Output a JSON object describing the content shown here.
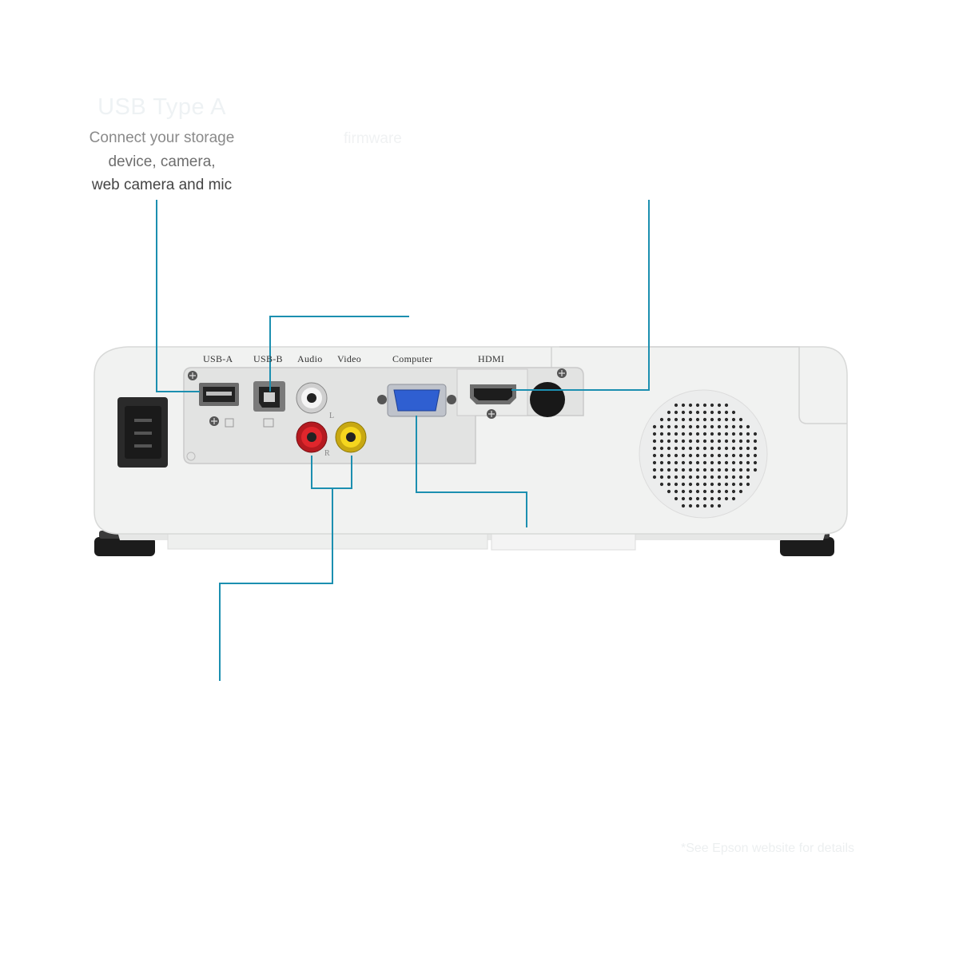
{
  "callouts": {
    "usb_a": {
      "title": "USB Type A",
      "line1": "Connect your storage",
      "line2": "device, camera,",
      "line3": "web camera and mic"
    },
    "usb_b_partial": "firmware",
    "footnote": "*See Epson website for details"
  },
  "port_labels": {
    "usb_a": "USB-A",
    "usb_b": "USB-B",
    "audio": "Audio",
    "video": "Video",
    "computer": "Computer",
    "hdmi": "HDMI",
    "audio_l": "L",
    "audio_r": "R"
  },
  "colors": {
    "callout_line": "#1c8fb0",
    "projector_body": "#f1f2f1",
    "panel": "#e3e4e3",
    "vga_blue": "#2f5fd1",
    "rca_red": "#d61f26",
    "rca_yellow": "#f2d21c"
  }
}
